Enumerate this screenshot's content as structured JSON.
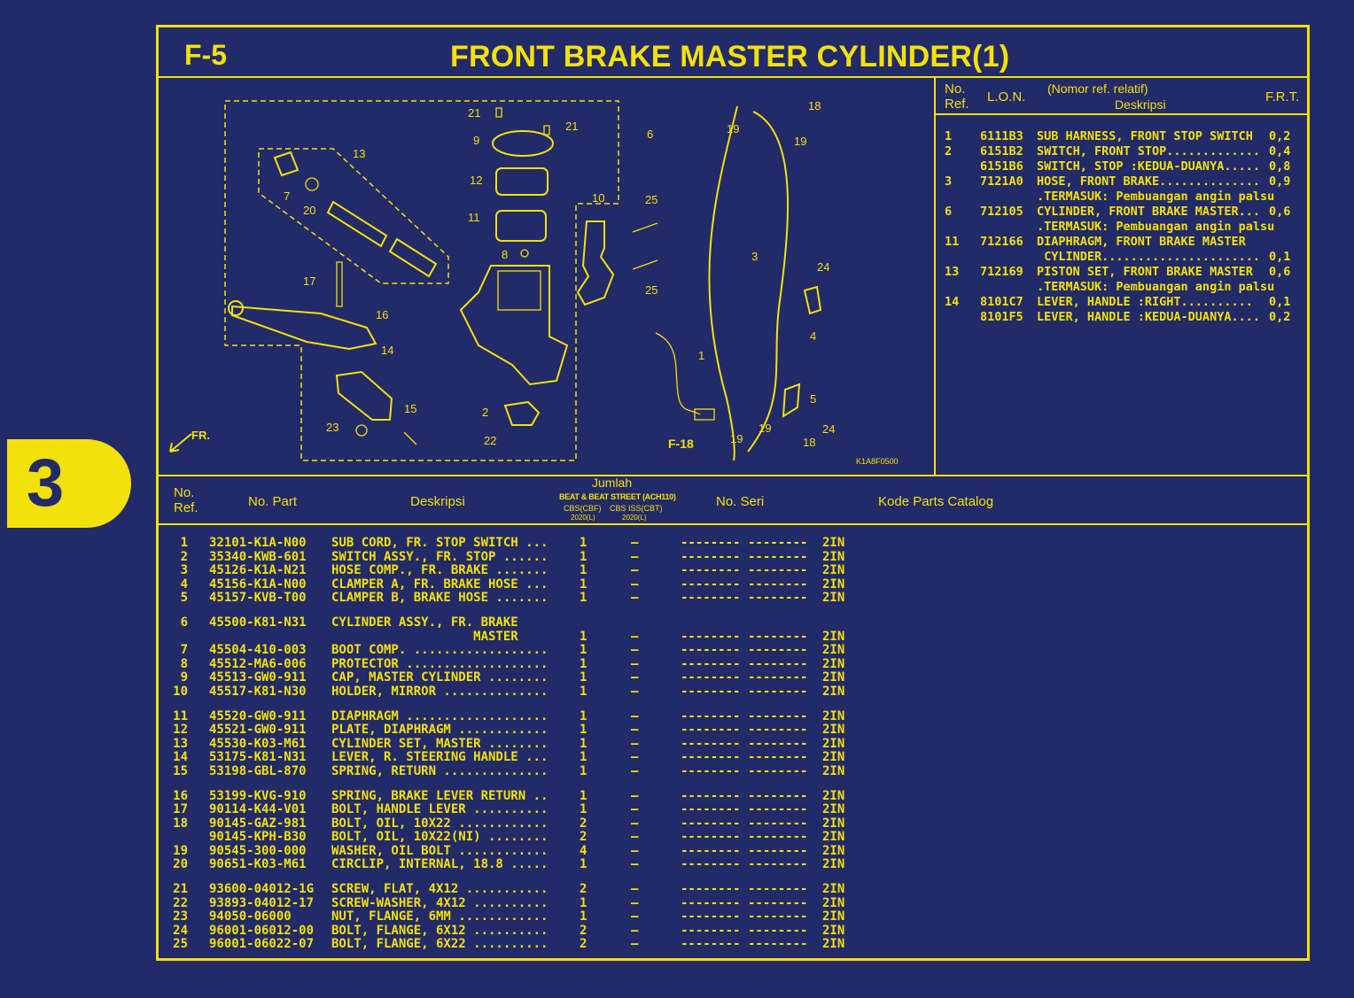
{
  "section_code": "F-5",
  "title": "FRONT BRAKE MASTER CYLINDER(1)",
  "badge": "3",
  "diagram": {
    "ref_link": "F-18",
    "fr_arrow": "FR.",
    "image_code": "K1A8F0500",
    "callouts": [
      "1",
      "2",
      "3",
      "4",
      "5",
      "6",
      "7",
      "8",
      "9",
      "10",
      "11",
      "12",
      "13",
      "14",
      "15",
      "16",
      "17",
      "18",
      "18",
      "19",
      "19",
      "19",
      "19",
      "20",
      "21",
      "21",
      "22",
      "23",
      "24",
      "24",
      "25",
      "25"
    ]
  },
  "right_table": {
    "headers": {
      "no_ref": "No. Ref.",
      "lon": "L.O.N.",
      "desc_top": "(Nomor ref. relatif)",
      "desc": "Deskripsi",
      "frt": "F.R.T."
    },
    "rows": [
      {
        "ref": "1",
        "lon": "6111B3",
        "desc": "SUB HARNESS, FRONT STOP SWITCH",
        "frt": "0,2"
      },
      {
        "ref": "2",
        "lon": "6151B2",
        "desc": "SWITCH, FRONT STOP.............",
        "frt": "0,4"
      },
      {
        "ref": "",
        "lon": "6151B6",
        "desc": "SWITCH, STOP :KEDUA-DUANYA.....",
        "frt": "0,8"
      },
      {
        "ref": "3",
        "lon": "7121A0",
        "desc": "HOSE, FRONT BRAKE..............",
        "frt": "0,9"
      },
      {
        "ref": "",
        "lon": "",
        "desc": ".TERMASUK: Pembuangan angin palsu",
        "frt": ""
      },
      {
        "ref": "6",
        "lon": "712105",
        "desc": "CYLINDER, FRONT BRAKE MASTER...",
        "frt": "0,6"
      },
      {
        "ref": "",
        "lon": "",
        "desc": ".TERMASUK: Pembuangan angin palsu",
        "frt": ""
      },
      {
        "ref": "11",
        "lon": "712166",
        "desc": "DIAPHRAGM, FRONT BRAKE MASTER",
        "frt": ""
      },
      {
        "ref": "",
        "lon": "",
        "desc": " CYLINDER......................",
        "frt": "0,1"
      },
      {
        "ref": "13",
        "lon": "712169",
        "desc": "PISTON SET, FRONT BRAKE MASTER",
        "frt": "0,6"
      },
      {
        "ref": "",
        "lon": "",
        "desc": ".TERMASUK: Pembuangan angin palsu",
        "frt": ""
      },
      {
        "ref": "14",
        "lon": "8101C7",
        "desc": "LEVER, HANDLE :RIGHT..........",
        "frt": "0,1"
      },
      {
        "ref": "",
        "lon": "8101F5",
        "desc": "LEVER, HANDLE :KEDUA-DUANYA....",
        "frt": "0,2"
      }
    ]
  },
  "parts_table": {
    "headers": {
      "no_ref": "No. Ref.",
      "no_part": "No. Part",
      "desc": "Deskripsi",
      "jumlah": "Jumlah",
      "models": "BEAT & BEAT STREET (ACH110)",
      "col_a": "CBS(CBF)",
      "col_a_year": "2020(L)",
      "col_b": "CBS ISS(CBT)",
      "col_b_year": "2020(L)",
      "no_seri": "No. Seri",
      "kode": "Kode Parts Catalog"
    },
    "groups": [
      [
        {
          "ref": "1",
          "part": "32101-K1A-N00",
          "desc": "SUB CORD, FR. STOP SWITCH ...",
          "qa": "1",
          "qb": "–",
          "seri1": "--------",
          "seri2": "--------",
          "kode": "2IN"
        },
        {
          "ref": "2",
          "part": "35340-KWB-601",
          "desc": "SWITCH ASSY., FR. STOP ......",
          "qa": "1",
          "qb": "–",
          "seri1": "--------",
          "seri2": "--------",
          "kode": "2IN"
        },
        {
          "ref": "3",
          "part": "45126-K1A-N21",
          "desc": "HOSE COMP., FR. BRAKE .......",
          "qa": "1",
          "qb": "–",
          "seri1": "--------",
          "seri2": "--------",
          "kode": "2IN"
        },
        {
          "ref": "4",
          "part": "45156-K1A-N00",
          "desc": "CLAMPER A, FR. BRAKE HOSE ...",
          "qa": "1",
          "qb": "–",
          "seri1": "--------",
          "seri2": "--------",
          "kode": "2IN"
        },
        {
          "ref": "5",
          "part": "45157-KVB-T00",
          "desc": "CLAMPER B, BRAKE HOSE .......",
          "qa": "1",
          "qb": "–",
          "seri1": "--------",
          "seri2": "--------",
          "kode": "2IN"
        }
      ],
      [
        {
          "ref": "6",
          "part": "45500-K81-N31",
          "desc": "CYLINDER ASSY., FR. BRAKE",
          "qa": "",
          "qb": "",
          "seri1": "",
          "seri2": "",
          "kode": ""
        },
        {
          "ref": "",
          "part": "",
          "desc": "                   MASTER",
          "qa": "1",
          "qb": "–",
          "seri1": "--------",
          "seri2": "--------",
          "kode": "2IN"
        },
        {
          "ref": "7",
          "part": "45504-410-003",
          "desc": "BOOT COMP. ..................",
          "qa": "1",
          "qb": "–",
          "seri1": "--------",
          "seri2": "--------",
          "kode": "2IN"
        },
        {
          "ref": "8",
          "part": "45512-MA6-006",
          "desc": "PROTECTOR ...................",
          "qa": "1",
          "qb": "–",
          "seri1": "--------",
          "seri2": "--------",
          "kode": "2IN"
        },
        {
          "ref": "9",
          "part": "45513-GW0-911",
          "desc": "CAP, MASTER CYLINDER ........",
          "qa": "1",
          "qb": "–",
          "seri1": "--------",
          "seri2": "--------",
          "kode": "2IN"
        },
        {
          "ref": "10",
          "part": "45517-K81-N30",
          "desc": "HOLDER, MIRROR ..............",
          "qa": "1",
          "qb": "–",
          "seri1": "--------",
          "seri2": "--------",
          "kode": "2IN"
        }
      ],
      [
        {
          "ref": "11",
          "part": "45520-GW0-911",
          "desc": "DIAPHRAGM ...................",
          "qa": "1",
          "qb": "–",
          "seri1": "--------",
          "seri2": "--------",
          "kode": "2IN"
        },
        {
          "ref": "12",
          "part": "45521-GW0-911",
          "desc": "PLATE, DIAPHRAGM ............",
          "qa": "1",
          "qb": "–",
          "seri1": "--------",
          "seri2": "--------",
          "kode": "2IN"
        },
        {
          "ref": "13",
          "part": "45530-K03-M61",
          "desc": "CYLINDER SET, MASTER ........",
          "qa": "1",
          "qb": "–",
          "seri1": "--------",
          "seri2": "--------",
          "kode": "2IN"
        },
        {
          "ref": "14",
          "part": "53175-K81-N31",
          "desc": "LEVER, R. STEERING HANDLE ...",
          "qa": "1",
          "qb": "–",
          "seri1": "--------",
          "seri2": "--------",
          "kode": "2IN"
        },
        {
          "ref": "15",
          "part": "53198-GBL-870",
          "desc": "SPRING, RETURN ..............",
          "qa": "1",
          "qb": "–",
          "seri1": "--------",
          "seri2": "--------",
          "kode": "2IN"
        }
      ],
      [
        {
          "ref": "16",
          "part": "53199-KVG-910",
          "desc": "SPRING, BRAKE LEVER RETURN ..",
          "qa": "1",
          "qb": "–",
          "seri1": "--------",
          "seri2": "--------",
          "kode": "2IN"
        },
        {
          "ref": "17",
          "part": "90114-K44-V01",
          "desc": "BOLT, HANDLE LEVER ..........",
          "qa": "1",
          "qb": "–",
          "seri1": "--------",
          "seri2": "--------",
          "kode": "2IN"
        },
        {
          "ref": "18",
          "part": "90145-GAZ-981",
          "desc": "BOLT, OIL, 10X22 ............",
          "qa": "2",
          "qb": "–",
          "seri1": "--------",
          "seri2": "--------",
          "kode": "2IN"
        },
        {
          "ref": "",
          "part": "90145-KPH-B30",
          "desc": "BOLT, OIL, 10X22(NI) ........",
          "qa": "2",
          "qb": "–",
          "seri1": "--------",
          "seri2": "--------",
          "kode": "2IN"
        },
        {
          "ref": "19",
          "part": "90545-300-000",
          "desc": "WASHER, OIL BOLT ............",
          "qa": "4",
          "qb": "–",
          "seri1": "--------",
          "seri2": "--------",
          "kode": "2IN"
        },
        {
          "ref": "20",
          "part": "90651-K03-M61",
          "desc": "CIRCLIP, INTERNAL, 18.8 .....",
          "qa": "1",
          "qb": "–",
          "seri1": "--------",
          "seri2": "--------",
          "kode": "2IN"
        }
      ],
      [
        {
          "ref": "21",
          "part": "93600-04012-1G",
          "desc": "SCREW, FLAT, 4X12 ...........",
          "qa": "2",
          "qb": "–",
          "seri1": "--------",
          "seri2": "--------",
          "kode": "2IN"
        },
        {
          "ref": "22",
          "part": "93893-04012-17",
          "desc": "SCREW-WASHER, 4X12 ..........",
          "qa": "1",
          "qb": "–",
          "seri1": "--------",
          "seri2": "--------",
          "kode": "2IN"
        },
        {
          "ref": "23",
          "part": "94050-06000",
          "desc": "NUT, FLANGE, 6MM ............",
          "qa": "1",
          "qb": "–",
          "seri1": "--------",
          "seri2": "--------",
          "kode": "2IN"
        },
        {
          "ref": "24",
          "part": "96001-06012-00",
          "desc": "BOLT, FLANGE, 6X12 ..........",
          "qa": "2",
          "qb": "–",
          "seri1": "--------",
          "seri2": "--------",
          "kode": "2IN"
        },
        {
          "ref": "25",
          "part": "96001-06022-07",
          "desc": "BOLT, FLANGE, 6X22 ..........",
          "qa": "2",
          "qb": "–",
          "seri1": "--------",
          "seri2": "--------",
          "kode": "2IN"
        }
      ]
    ]
  }
}
